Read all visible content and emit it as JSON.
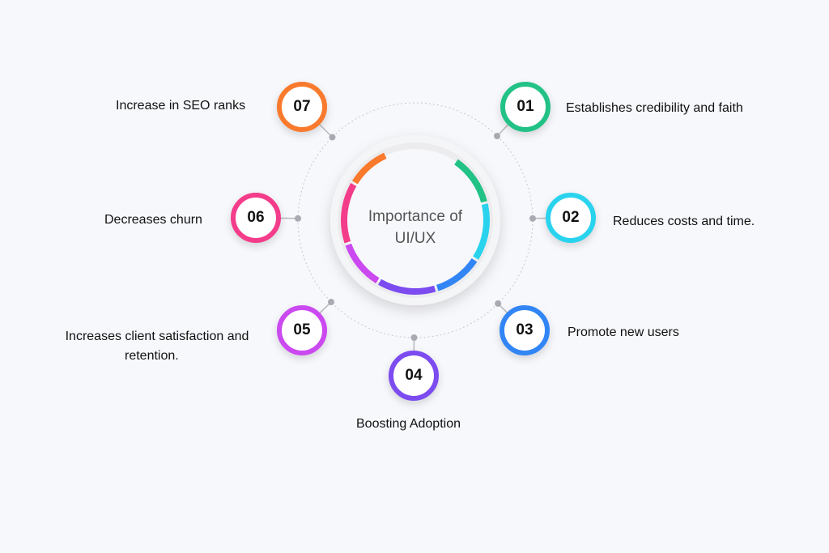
{
  "title": "Importance of UI/UX",
  "title_lines": [
    "Importance of",
    "UI/UX"
  ],
  "items": [
    {
      "number": "01",
      "label": "Establishes credibility and faith",
      "color": "#22c286"
    },
    {
      "number": "02",
      "label": "Reduces costs and time.",
      "color": "#29d3ee"
    },
    {
      "number": "03",
      "label": "Promote new users",
      "color": "#3185f5"
    },
    {
      "number": "04",
      "label": "Boosting Adoption",
      "color": "#7c4cf0"
    },
    {
      "number": "05",
      "label_lines": [
        "Increases client satisfaction and",
        "retention."
      ],
      "color": "#cb49f0"
    },
    {
      "number": "06",
      "label": "Decreases churn",
      "color": "#f33c8a"
    },
    {
      "number": "07",
      "label": "Increase in SEO ranks",
      "color": "#f97a2c"
    }
  ]
}
